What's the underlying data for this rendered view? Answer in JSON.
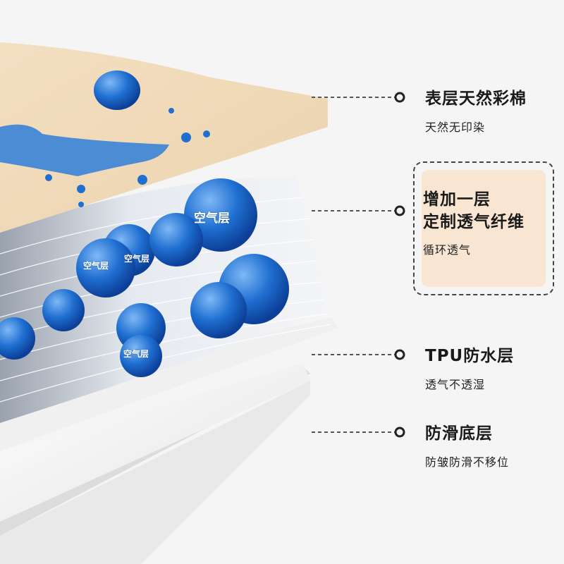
{
  "layers": [
    {
      "title": "表层天然彩棉",
      "subtitle": "天然无印染"
    },
    {
      "title_line1": "增加一层",
      "title_line2": "定制透气纤维",
      "subtitle": "循环透气",
      "highlighted": true
    },
    {
      "title": "TPU防水层",
      "subtitle": "透气不透湿"
    },
    {
      "title": "防滑底层",
      "subtitle": "防皱防滑不移位"
    }
  ],
  "bubble_labels": [
    "空气层",
    "空气层",
    "空气层",
    "空气层"
  ],
  "colors": {
    "background": "#f5f5f5",
    "cotton_layer": "#f1dcbc",
    "fiber_layer": "#e8ecf2",
    "water_blue": "#1f6fd1",
    "highlight_fill": "#f8e6d2",
    "connector": "#555555"
  }
}
